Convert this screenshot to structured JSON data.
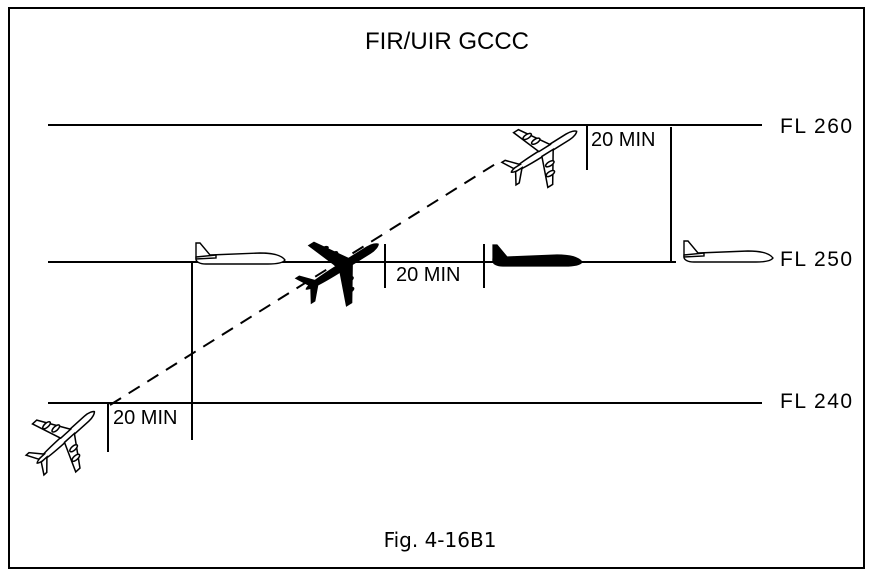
{
  "title": "FIR/UIR GCCC",
  "caption": "Fig. 4-16B1",
  "flight_levels": {
    "fl260": "FL 260",
    "fl250": "FL 250",
    "fl240": "FL 240"
  },
  "intervals": {
    "lower": "20 MIN",
    "middle": "20 MIN",
    "upper": "20 MIN"
  },
  "colors": {
    "line": "#000000",
    "background": "#ffffff"
  },
  "icons": {
    "climbing_aircraft": "airplane-top-view-icon",
    "level_aircraft": "airplane-side-view-icon"
  }
}
